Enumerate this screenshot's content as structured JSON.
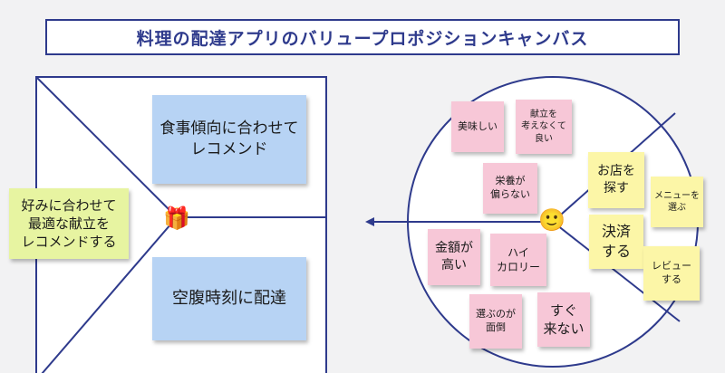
{
  "title": "料理の配達アプリのバリュープロポジションキャンバス",
  "value_map": {
    "products_and_services": "",
    "gain_creators": "食事傾向に合わせて\nレコメンド",
    "pain_relievers": "空腹時刻に配達",
    "value_proposition_note": "好みに合わせて\n最適な献立を\nレコメンドする",
    "icon": "gift-icon"
  },
  "customer_profile": {
    "icon": "smiling-face-icon",
    "gains": [
      {
        "text": "美味しい",
        "color": "#f7c7d7"
      },
      {
        "text": "献立を\n考えなくて\n良い",
        "color": "#f7c7d7"
      },
      {
        "text": "栄養が\n偏らない",
        "color": "#f7c7d7"
      }
    ],
    "pains": [
      {
        "text": "金額が\n高い",
        "color": "#f7c7d7"
      },
      {
        "text": "ハイ\nカロリー",
        "color": "#f7c7d7"
      },
      {
        "text": "選ぶのが\n面倒",
        "color": "#f7c7d7"
      },
      {
        "text": "すぐ\n来ない",
        "color": "#f7c7d7"
      }
    ],
    "jobs": [
      {
        "text": "お店を\n探す",
        "color": "#fcf6a7"
      },
      {
        "text": "メニューを\n選ぶ",
        "color": "#fcf6a7"
      },
      {
        "text": "決済\nする",
        "color": "#fcf6a7"
      },
      {
        "text": "レビュー\nする",
        "color": "#fcf6a7"
      }
    ]
  },
  "colors": {
    "frame": "#2e3a8c",
    "background": "#f2f2f3",
    "blue_note": "#b7d3f4",
    "pink_note": "#f7c7d7",
    "yellow_note": "#fcf6a7",
    "green_note": "#e7f4a1"
  }
}
